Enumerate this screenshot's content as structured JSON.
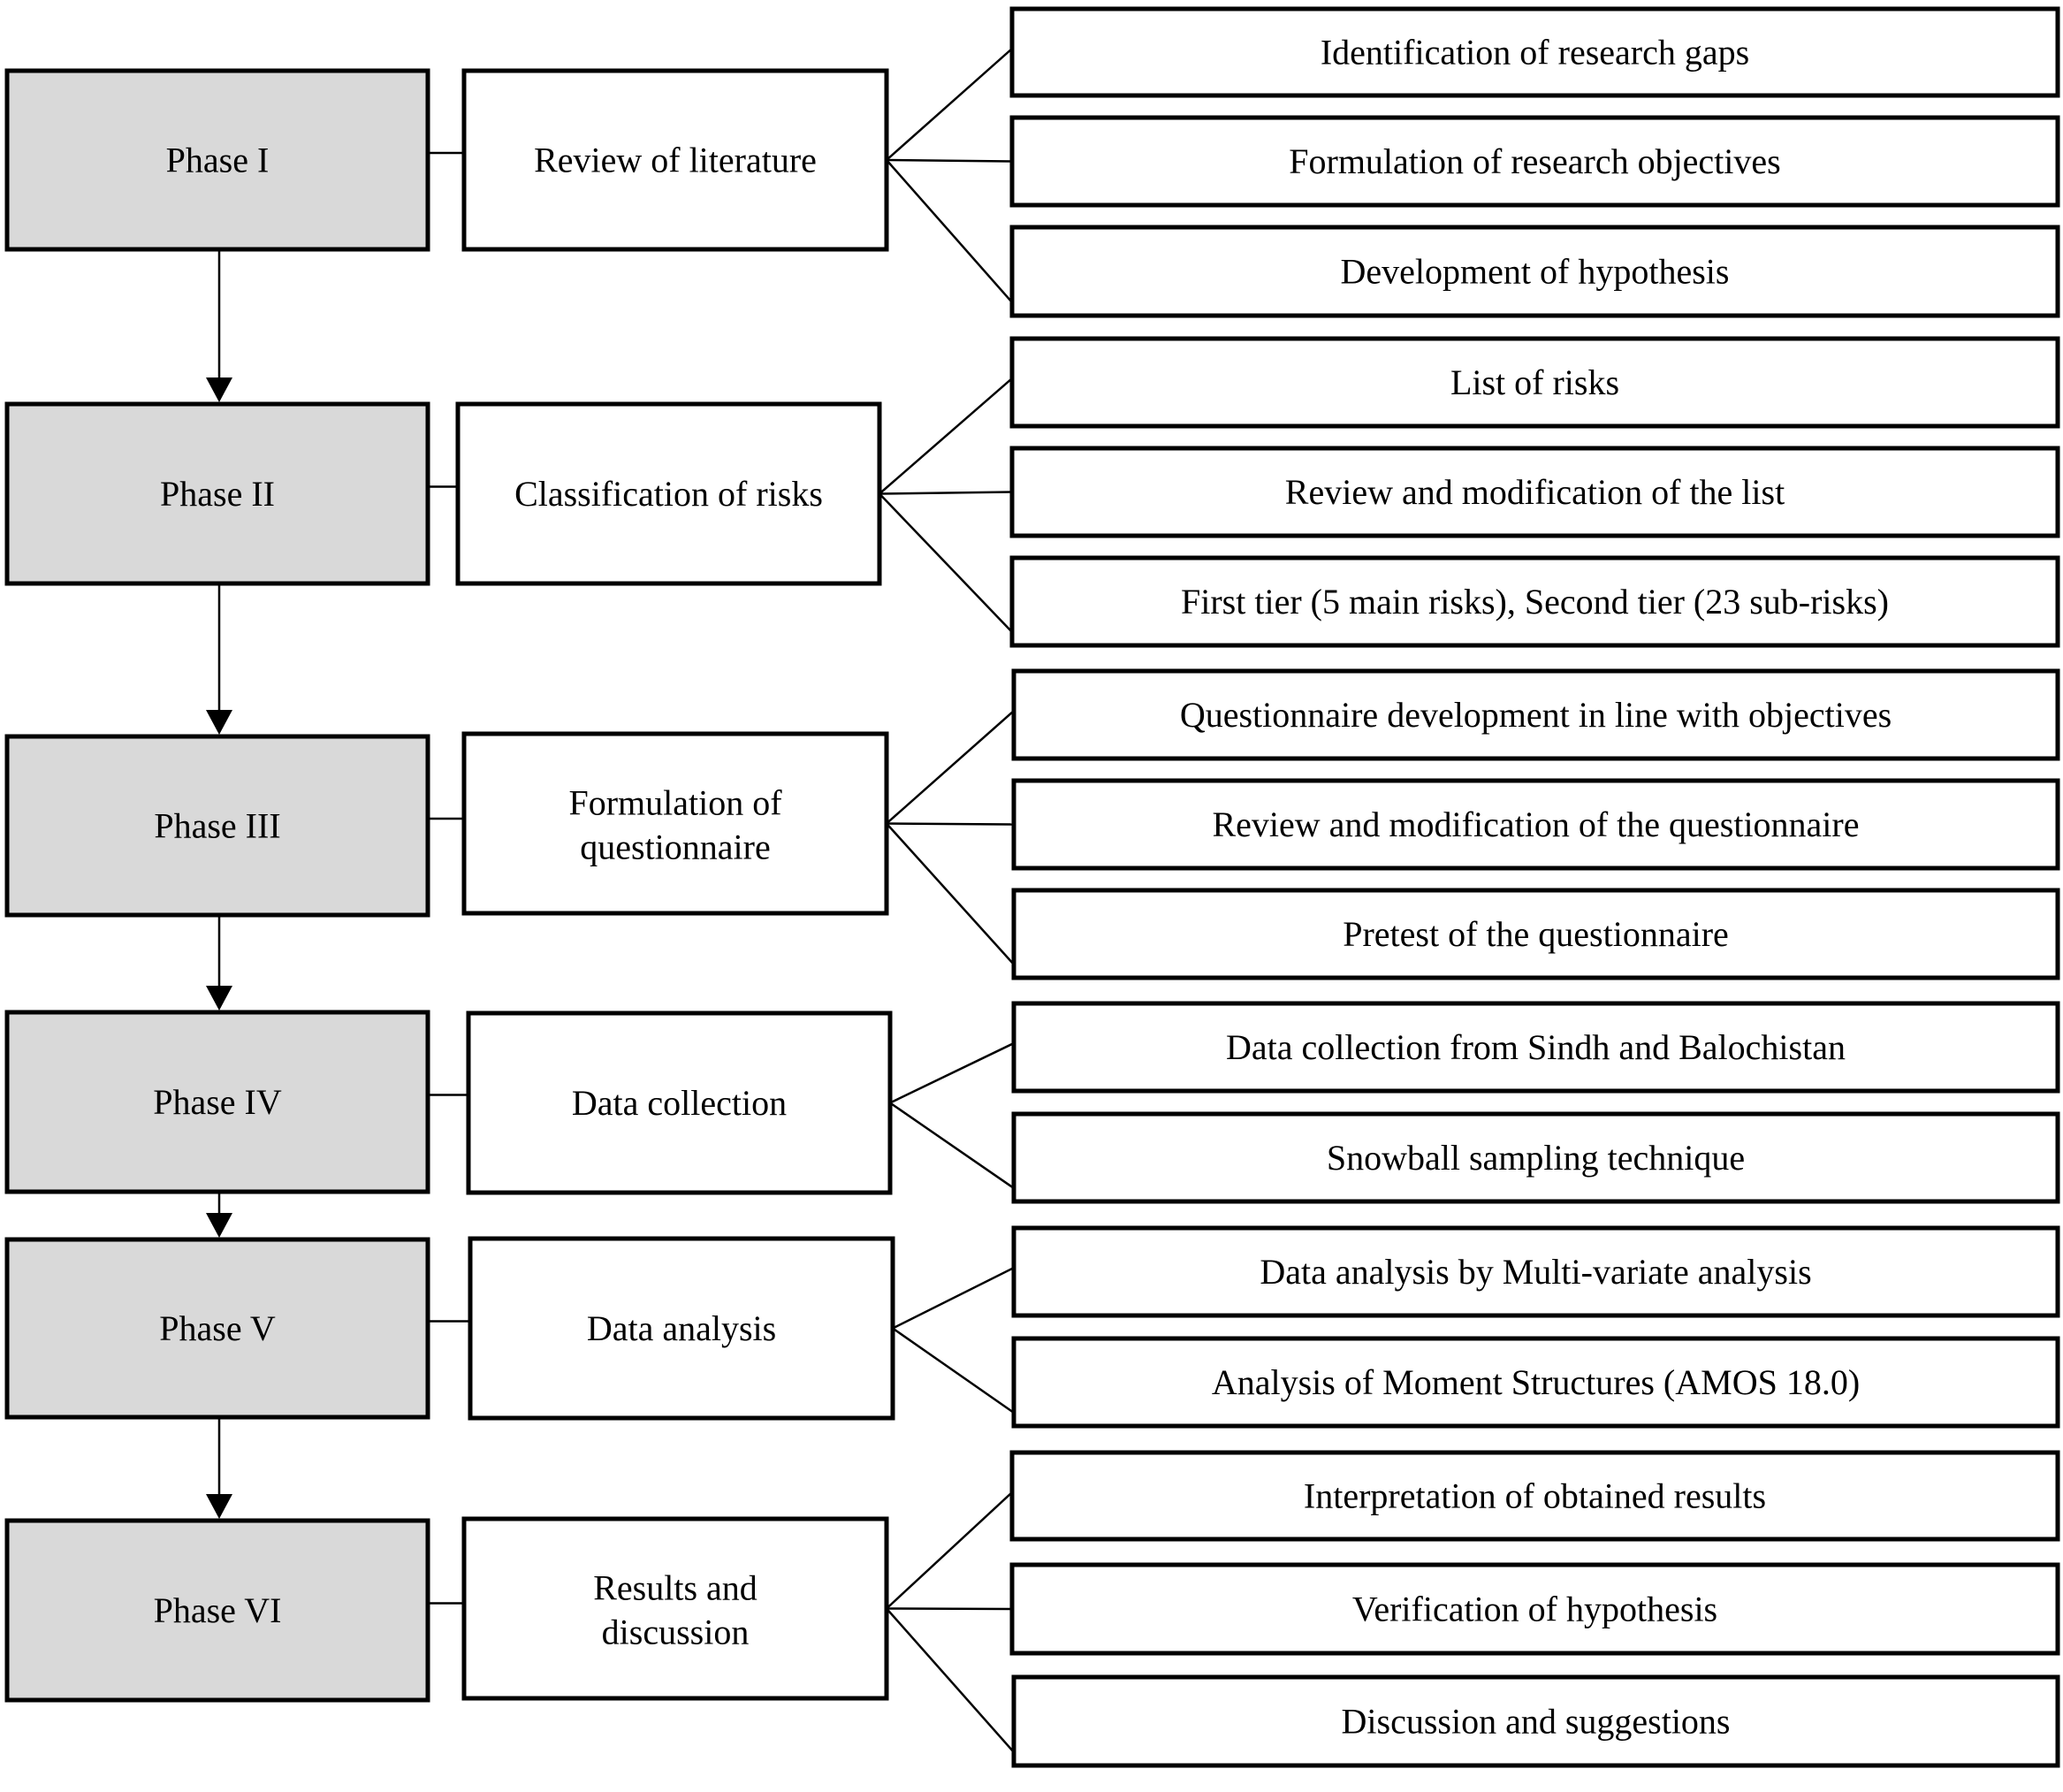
{
  "phases": [
    {
      "label": "Phase I",
      "step": "Review of literature",
      "items": [
        "Identification of research gaps",
        "Formulation of research objectives",
        "Development of hypothesis"
      ]
    },
    {
      "label": "Phase II",
      "step": "Classification of risks",
      "items": [
        "List of risks",
        "Review and modification of the list",
        "First tier (5 main risks), Second tier (23 sub-risks)"
      ]
    },
    {
      "label": "Phase III",
      "step": "Formulation of questionnaire",
      "items": [
        "Questionnaire development in line with objectives",
        "Review and modification of the questionnaire",
        "Pretest of the questionnaire"
      ]
    },
    {
      "label": "Phase IV",
      "step": "Data collection",
      "items": [
        "Data collection from Sindh and Balochistan",
        "Snowball sampling technique"
      ]
    },
    {
      "label": "Phase V",
      "step": "Data analysis",
      "items": [
        "Data analysis by Multi-variate analysis",
        "Analysis of Moment Structures (AMOS 18.0)"
      ]
    },
    {
      "label": "Phase VI",
      "step": "Results and discussion",
      "items": [
        "Interpretation of obtained results",
        "Verification of hypothesis",
        "Discussion and suggestions"
      ]
    }
  ]
}
